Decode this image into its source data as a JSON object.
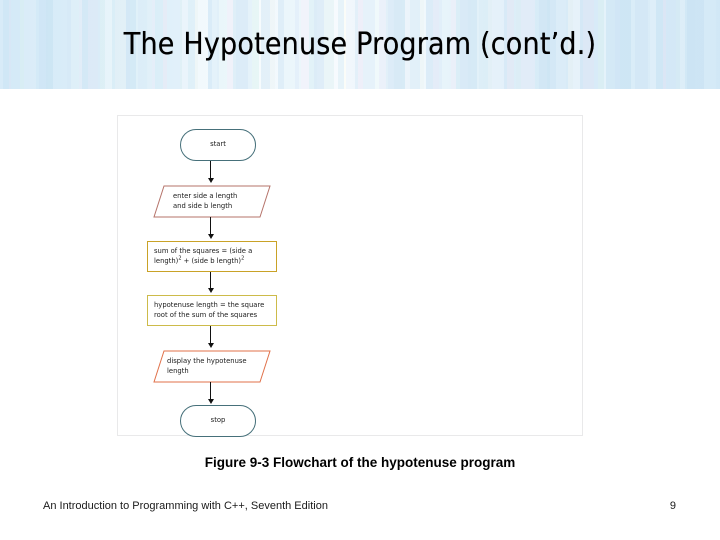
{
  "slide": {
    "title": "The Hypotenuse Program (cont’d.)",
    "background_accent": "#dcebf7"
  },
  "figure": {
    "caption": "Figure 9-3 Flowchart of the hypotenuse program",
    "flowchart": {
      "nodes": [
        {
          "id": "start",
          "type": "terminator",
          "label": "start",
          "border_color": "#46707a"
        },
        {
          "id": "input",
          "type": "parallelogram",
          "line1": "enter side a length",
          "line2": "and side b length",
          "border_color": "#b5736a"
        },
        {
          "id": "calc1",
          "type": "process",
          "line1": "sum of the squares = (side a",
          "line2_pre": "length)",
          "line2_sup": "2",
          "line2_mid": " + (side b length)",
          "line2_sup2": "2",
          "border_color": "#c9a227"
        },
        {
          "id": "calc2",
          "type": "process",
          "line1": "hypotenuse length = the square",
          "line2": "root of the sum of the squares",
          "border_color": "#cdbb4a"
        },
        {
          "id": "output",
          "type": "parallelogram",
          "line1": "display the hypotenuse",
          "line2": "length",
          "border_color": "#e0714a"
        },
        {
          "id": "stop",
          "type": "terminator",
          "label": "stop",
          "border_color": "#46707a"
        }
      ],
      "edges": [
        {
          "from": "start",
          "to": "input"
        },
        {
          "from": "input",
          "to": "calc1"
        },
        {
          "from": "calc1",
          "to": "calc2"
        },
        {
          "from": "calc2",
          "to": "output"
        },
        {
          "from": "output",
          "to": "stop"
        }
      ]
    }
  },
  "footer": {
    "book": "An Introduction to Programming with C++, Seventh Edition",
    "page_number": "9"
  }
}
